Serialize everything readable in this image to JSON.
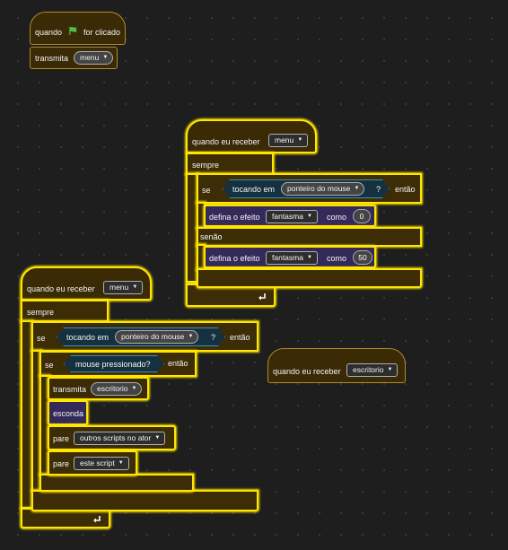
{
  "script1": {
    "hat_when": "quando",
    "hat_clicked": "for clicado",
    "broadcast_label": "transmita",
    "broadcast_value": "menu"
  },
  "script2": {
    "hat_label": "quando eu receber",
    "hat_value": "menu",
    "forever": "sempre",
    "if_label": "se",
    "touching_label": "tocando em",
    "touching_value": "ponteiro do mouse",
    "question": "?",
    "then": "então",
    "effect1_label": "defina o efeito",
    "effect1_value": "fantasma",
    "effect1_to": "como",
    "effect1_num": "0",
    "else": "senão",
    "effect2_label": "defina o efeito",
    "effect2_value": "fantasma",
    "effect2_to": "como",
    "effect2_num": "50"
  },
  "script3": {
    "hat_label": "quando eu receber",
    "hat_value": "menu",
    "forever": "sempre",
    "if_label": "se",
    "touching_label": "tocando em",
    "touching_value": "ponteiro do mouse",
    "question": "?",
    "then": "então",
    "if2_label": "se",
    "mouse_down": "mouse pressionado?",
    "then2": "então",
    "broadcast_label": "transmita",
    "broadcast_value": "escritorio",
    "hide": "esconda",
    "stop1_label": "pare",
    "stop1_value": "outros scripts no ator",
    "stop2_label": "pare",
    "stop2_value": "este script"
  },
  "script4": {
    "hat_label": "quando eu receber",
    "hat_value": "escritorio"
  },
  "colors": {
    "event": "#3a2a06",
    "control": "#3d2d06",
    "looks": "#332a5a",
    "sensing": "#15313f",
    "highlight": "#ffe600"
  },
  "icons": [
    "green-flag-icon",
    "loop-arrow-icon",
    "dropdown-arrow-icon"
  ]
}
